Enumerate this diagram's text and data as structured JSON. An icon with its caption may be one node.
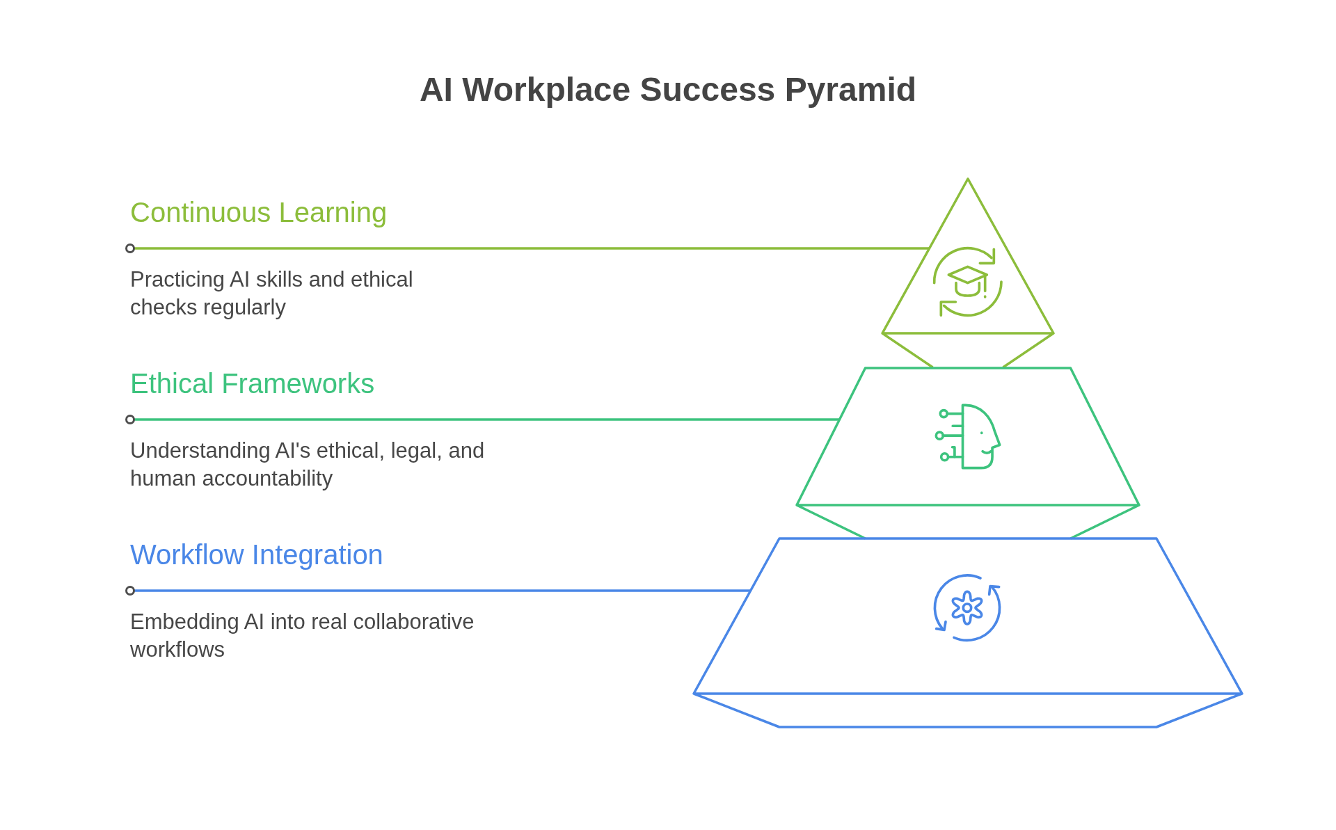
{
  "diagram": {
    "title": "AI Workplace Success Pyramid",
    "nodes": [
      {
        "text": [
          "Continuous Learning",
          "Practicing AI skills and ethical checks regularly"
        ]
      },
      {
        "text": [],
        "shape": "triangle"
      },
      {
        "text": [
          "Ethical Frameworks",
          "Understanding AI's ethical, legal, and human accountability"
        ]
      },
      {
        "text": [],
        "shape": "trapezoid"
      },
      {
        "text": [
          "Workflow Integration",
          "Embedding AI into real collaborative workflows"
        ]
      },
      {
        "text": [],
        "shape": "trapezoid"
      }
    ],
    "edges": [
      {
        "from": 0,
        "to": 1,
        "arrow": "other",
        "color": "#8cbd3b"
      },
      {
        "from": 2,
        "to": 3,
        "arrow": "other",
        "color": "#3dc37e"
      },
      {
        "from": 4,
        "to": 5,
        "arrow": "other",
        "color": "#4a87e7"
      }
    ]
  }
}
